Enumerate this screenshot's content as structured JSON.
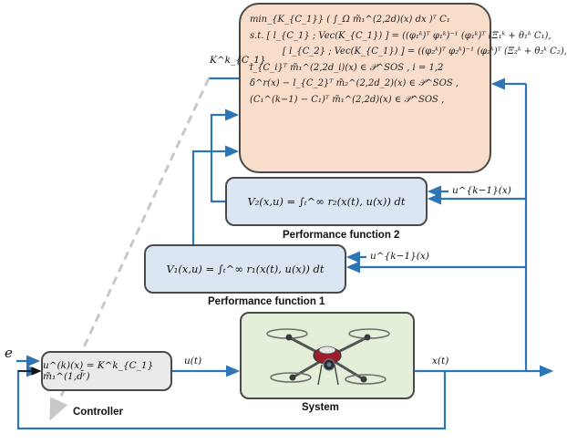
{
  "optimization": {
    "lines": [
      "min_{K_{C_1}} ( ∫_Ω m̃₁^(2,2d)(x) dx )ᵀ C₁",
      "s.t.  [ l_{C_1} ; Vec(K_{C_1}) ] = ((φ₁ᵏ)ᵀ φ₁ᵏ)⁻¹ (φ₁ᵏ)ᵀ (Ξ₁ᵏ + θ₁ᵏ C₁),",
      "[ l_{C_2} ; Vec(K_{C_1}) ] = ((φ₂ᵏ)ᵀ φ₂ᵏ)⁻¹ (φ₂ᵏ)ᵀ (Ξ₂ᵏ + θ₂ᵏ C₂),",
      "l_{C_i}ᵀ m̃₁^(2,2d_i)(x) ∈ 𝒫^SOS ,  i = 1,2",
      "δ^r(x) − l_{C_2}ᵀ m̃₂^(2,2d_2)(x) ∈ 𝒫^SOS ,",
      "(C₁^(k−1) − C₁)ᵀ m̃₁^(2,2d)(x) ∈ 𝒫^SOS ,"
    ]
  },
  "performance2": {
    "equation": "V₂(x,u) = ∫ₜ^∞ r₂(x(t), u(x)) dt",
    "label": "Performance function 2",
    "input": "u^{k−1}(x)"
  },
  "performance1": {
    "equation": "V₁(x,u) = ∫ₜ^∞ r₁(x(t), u(x)) dt",
    "label": "Performance function 1",
    "input": "u^{k−1}(x)"
  },
  "controller": {
    "equation": "u^(k)(x) = K^k_{C_1} m̃₁^(1,d̄ʳ)",
    "label": "Controller"
  },
  "system": {
    "label": "System"
  },
  "signals": {
    "gain": "K^k_{C_1}",
    "error": "e",
    "control": "u(t)",
    "state": "x(t)"
  },
  "colors": {
    "arrow": "#2e75b6",
    "dashed": "#c8c8c8"
  }
}
